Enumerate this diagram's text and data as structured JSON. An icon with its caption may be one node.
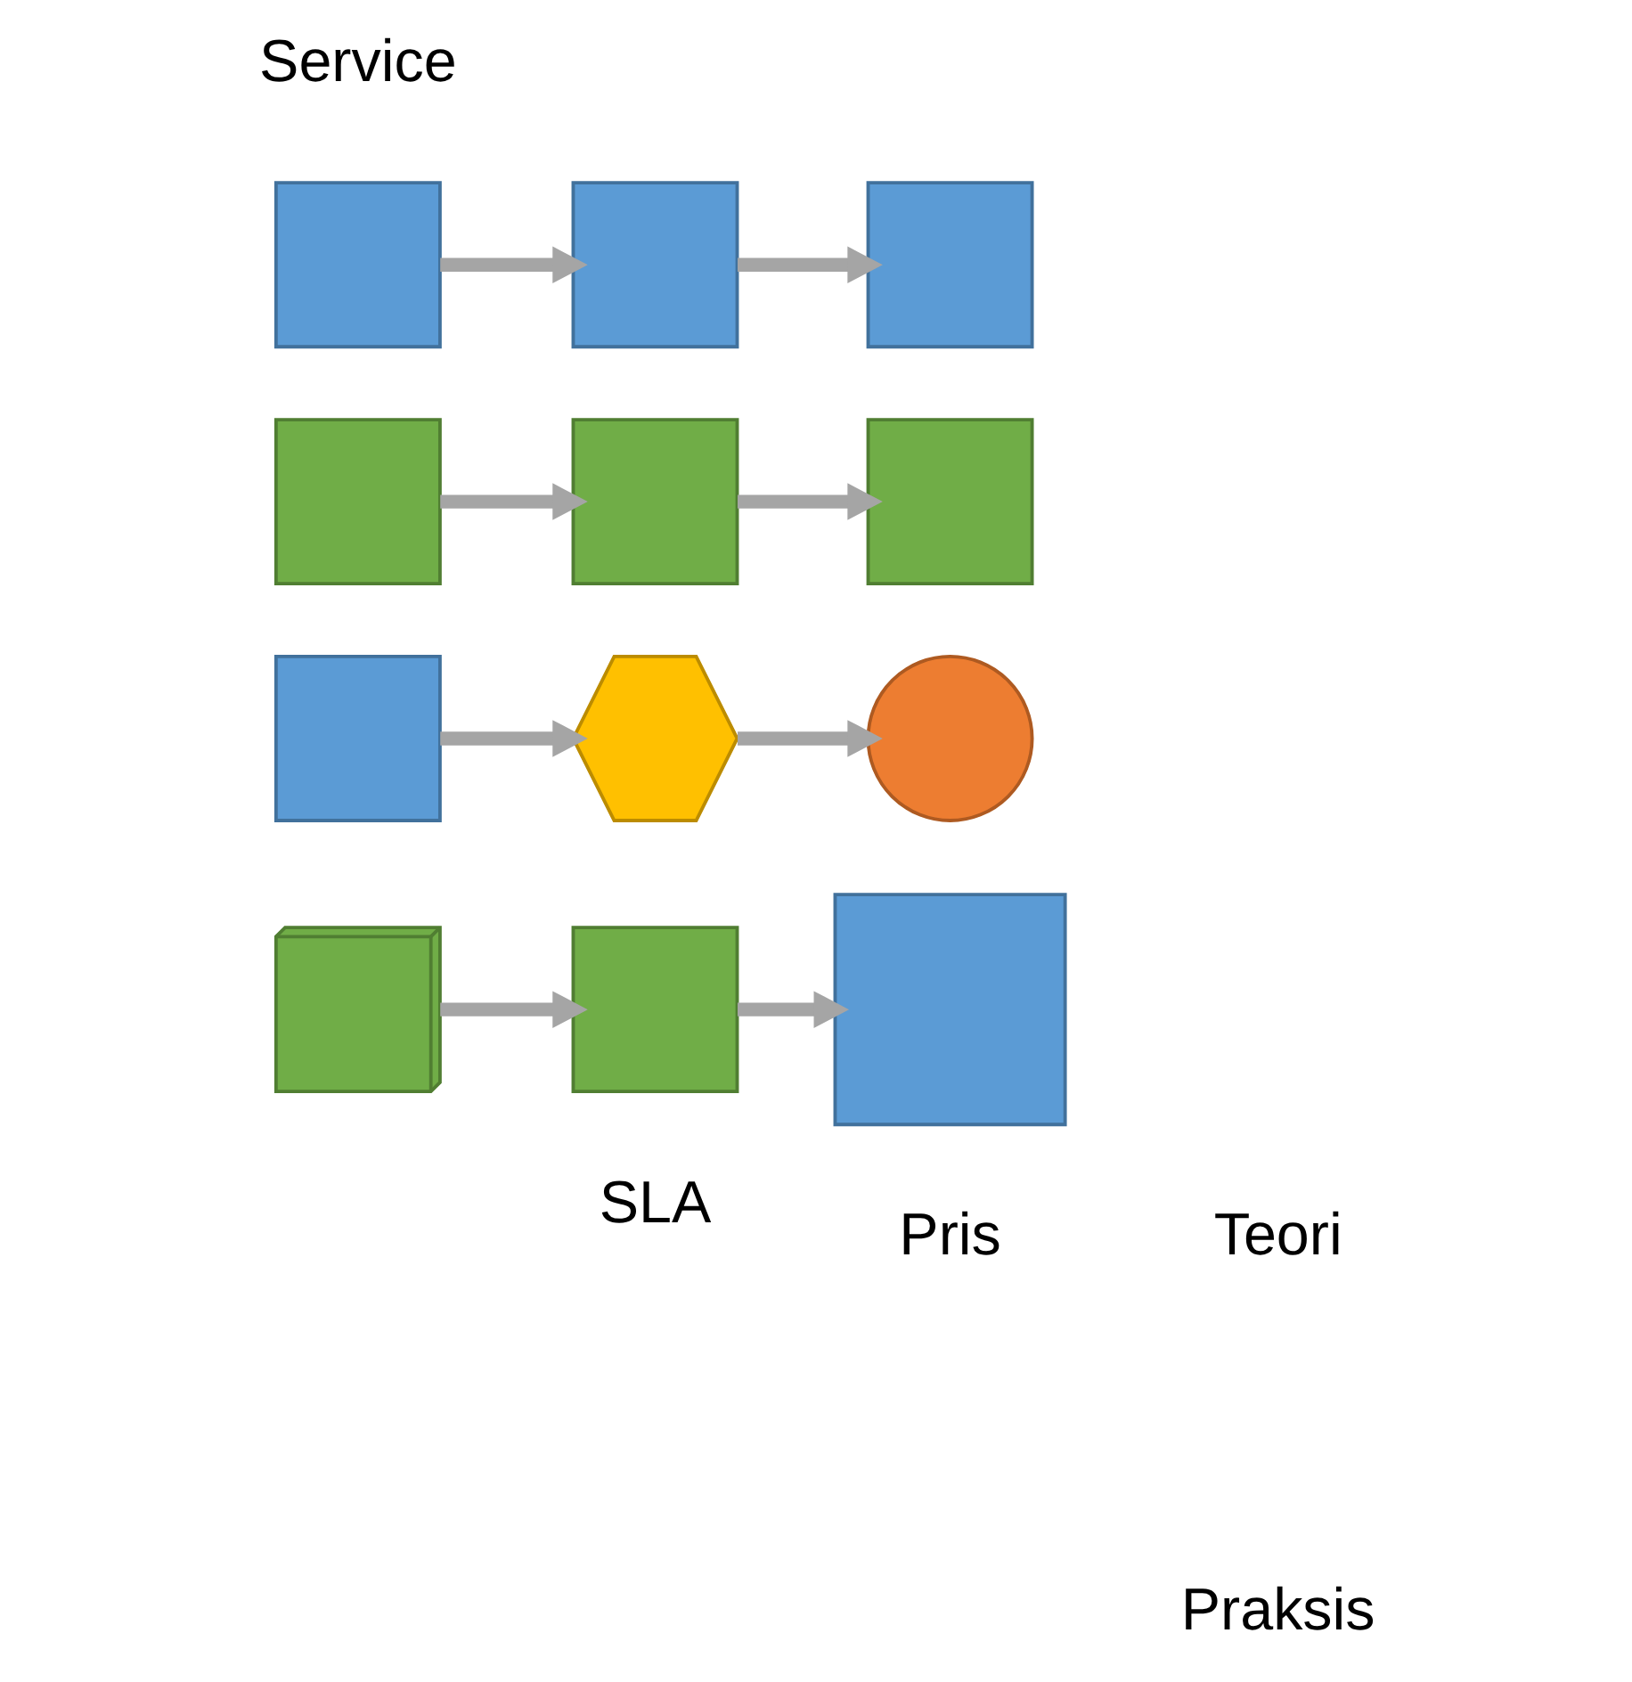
{
  "diagram": {
    "nodes": [
      {
        "text": [],
        "shape": "box"
      },
      {
        "text": [],
        "shape": "box"
      },
      {
        "text": [],
        "shape": "box"
      },
      {
        "text": [],
        "shape": "box"
      },
      {
        "text": [],
        "shape": "box"
      },
      {
        "text": [],
        "shape": "box"
      },
      {
        "text": [],
        "shape": "box"
      },
      {
        "text": [],
        "shape": "hexagon"
      },
      {
        "text": [],
        "shape": "circle"
      },
      {
        "text": [],
        "shape": "cube"
      },
      {
        "text": [],
        "shape": "box"
      },
      {
        "text": [],
        "shape": "box"
      }
    ],
    "edges": [
      {
        "from": 0,
        "to": 1,
        "arrow": "to"
      },
      {
        "from": 1,
        "to": 2,
        "arrow": "to"
      },
      {
        "from": 3,
        "to": 4,
        "arrow": "to"
      },
      {
        "from": 4,
        "to": 5,
        "arrow": "to"
      },
      {
        "from": 6,
        "to": 7,
        "arrow": "to"
      },
      {
        "from": 7,
        "to": 8,
        "arrow": "to"
      },
      {
        "from": 9,
        "to": 10,
        "arrow": "to"
      },
      {
        "from": 10,
        "to": 11,
        "arrow": "to"
      }
    ],
    "labels": [
      "Service",
      "SLA",
      "Pris",
      "Teori",
      "Praksis"
    ]
  }
}
